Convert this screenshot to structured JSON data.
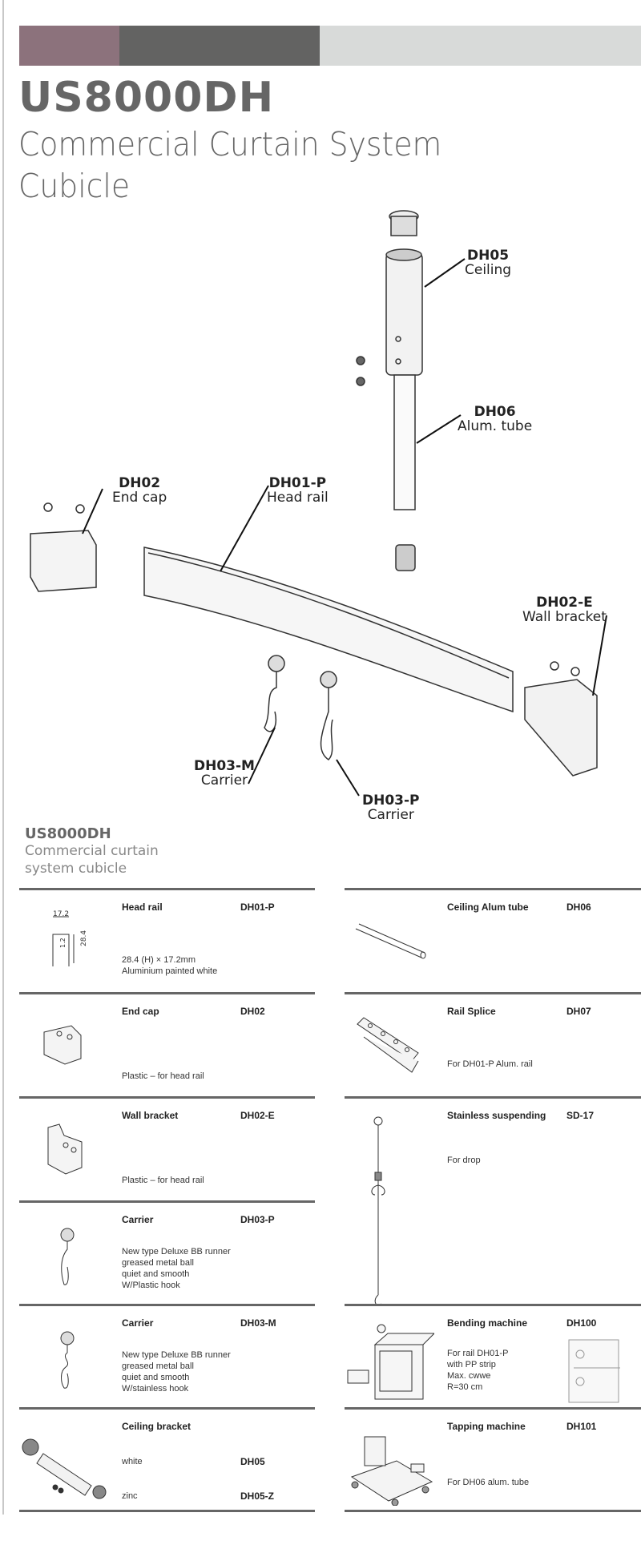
{
  "header": {
    "colors": [
      "#8c727c",
      "#636362",
      "#d8dad9"
    ],
    "title": "US8000DH",
    "subtitle_line1": "Commercial Curtain System",
    "subtitle_line2": "Cubicle"
  },
  "diagram": {
    "dh05": {
      "code": "DH05",
      "label": "Ceiling"
    },
    "dh06": {
      "code": "DH06",
      "label": "Alum. tube"
    },
    "dh02": {
      "code": "DH02",
      "label": "End cap"
    },
    "dh01p": {
      "code": "DH01-P",
      "label": "Head rail"
    },
    "dh02e": {
      "code": "DH02-E",
      "label": "Wall bracket"
    },
    "dh03m": {
      "code": "DH03-M",
      "label": "Carrier"
    },
    "dh03p": {
      "code": "DH03-P",
      "label": "Carrier"
    }
  },
  "section": {
    "title": "US8000DH",
    "sub1": "Commercial curtain",
    "sub2": "system cubicle"
  },
  "profile_dims": {
    "w": "17.2",
    "h": "28.4",
    "gap": "1.2"
  },
  "left_items": [
    {
      "name": "Head rail",
      "code": "DH01-P",
      "desc": "28.4 (H) × 17.2mm\nAluminium painted white"
    },
    {
      "name": "End cap",
      "code": "DH02",
      "desc": "Plastic – for head rail"
    },
    {
      "name": "Wall bracket",
      "code": "DH02-E",
      "desc": "Plastic – for head rail"
    },
    {
      "name": "Carrier",
      "code": "DH03-P",
      "desc": "New type Deluxe BB runner\ngreased metal ball\nquiet and smooth\nW/Plastic hook"
    },
    {
      "name": "Carrier",
      "code": "DH03-M",
      "desc": "New type Deluxe BB runner\ngreased metal ball\nquiet and smooth\nW/stainless hook"
    },
    {
      "name": "Ceiling bracket",
      "variants": [
        {
          "label": "white",
          "code": "DH05"
        },
        {
          "label": "zinc",
          "code": "DH05-Z"
        }
      ]
    }
  ],
  "right_items": [
    {
      "name": "Ceiling Alum tube",
      "code": "DH06",
      "desc": ""
    },
    {
      "name": "Rail Splice",
      "code": "DH07",
      "desc": "For DH01-P Alum. rail"
    },
    {
      "name": "Stainless suspending",
      "code": "SD-17",
      "desc": "For drop"
    },
    {
      "name": "Bending machine",
      "code": "DH100",
      "desc": "For rail DH01-P\nwith PP strip\nMax. cwwe\nR=30 cm"
    },
    {
      "name": "Tapping machine",
      "code": "DH101",
      "desc": "For DH06 alum. tube"
    }
  ]
}
